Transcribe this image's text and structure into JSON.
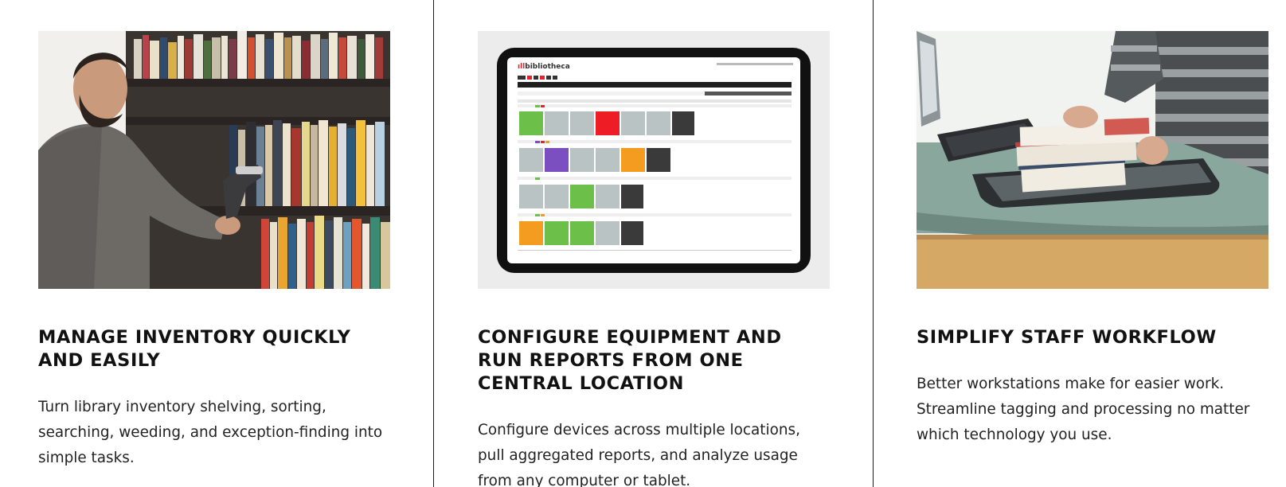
{
  "features": [
    {
      "title": "MANAGE INVENTORY QUICKLY AND EASILY",
      "description": "Turn library inventory shelving, sorting, searching, weeding, and exception-finding into simple tasks."
    },
    {
      "title": "CONFIGURE EQUIPMENT AND RUN REPORTS FROM ONE CENTRAL LOCATION",
      "description": "Configure devices across multiple locations, pull aggregated reports, and analyze usage from any computer or tablet."
    },
    {
      "title": "SIMPLIFY STAFF WORKFLOW",
      "description": "Better workstations make for easier work. Streamline tagging and processing no matter which technology you use."
    }
  ],
  "tablet": {
    "logo": "bibliotheca"
  },
  "colors": {
    "divider": "#1b1b1b",
    "heading": "#111111",
    "body": "#222222",
    "brand_red": "#e0262b",
    "tile_green": "#6cc04a",
    "tile_gray": "#b9c3c3",
    "tile_red": "#ee1c24",
    "tile_purple": "#7c4fc0",
    "tile_orange": "#f39c1f",
    "tile_dark": "#3a3a3a"
  },
  "icons": {
    "photo_1": "librarian-scanning-shelf-photo",
    "photo_2": "tablet-dashboard-photo",
    "photo_3": "staff-workstation-photo"
  }
}
